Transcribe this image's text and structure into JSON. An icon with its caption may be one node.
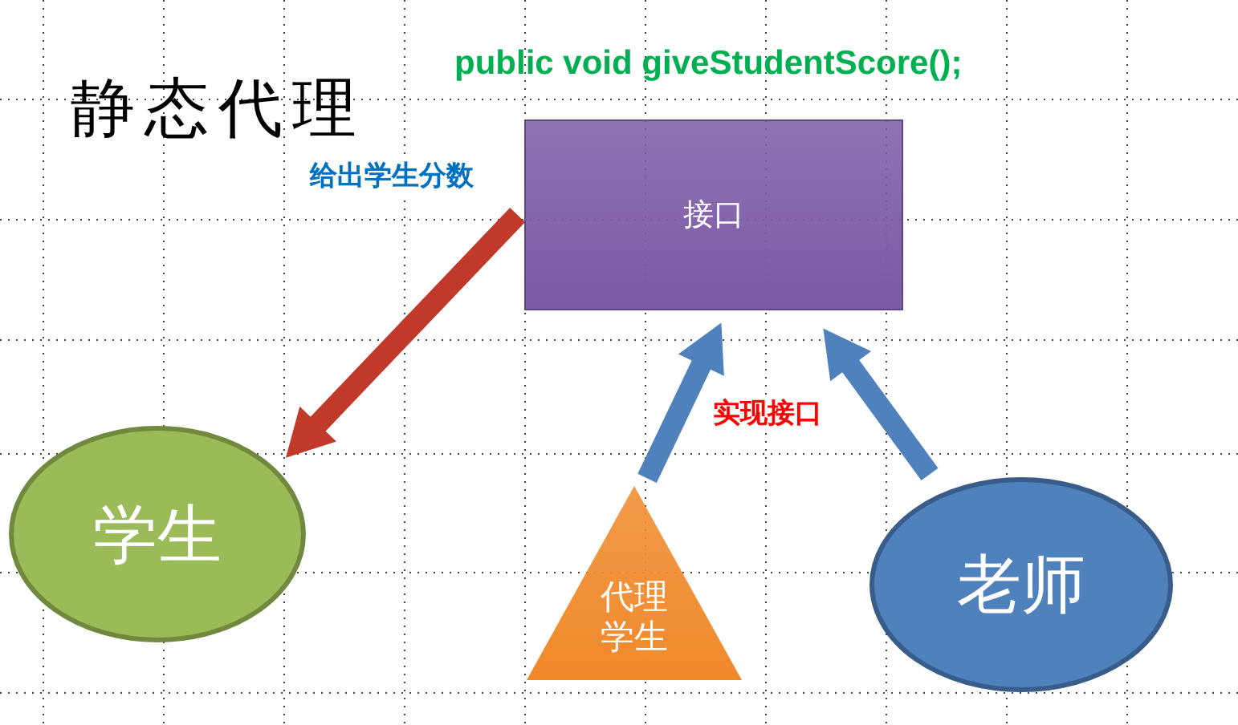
{
  "diagram": {
    "title": "静态代理",
    "nodes": [
      {
        "text": [
          "接口"
        ],
        "beside": [
          "public void giveStudentScore();"
        ]
      },
      {
        "text": [
          "学生"
        ]
      },
      {
        "text": [
          "代理学生"
        ]
      },
      {
        "text": [
          "老师"
        ]
      }
    ],
    "edges": [
      {
        "from": 0,
        "to": 1,
        "arrow": "to",
        "label": "给出学生分数",
        "color": "#c0392b"
      },
      {
        "from": 2,
        "to": 0,
        "arrow": "to",
        "label": "实现接口"
      },
      {
        "from": 3,
        "to": 0,
        "arrow": "to"
      }
    ]
  }
}
